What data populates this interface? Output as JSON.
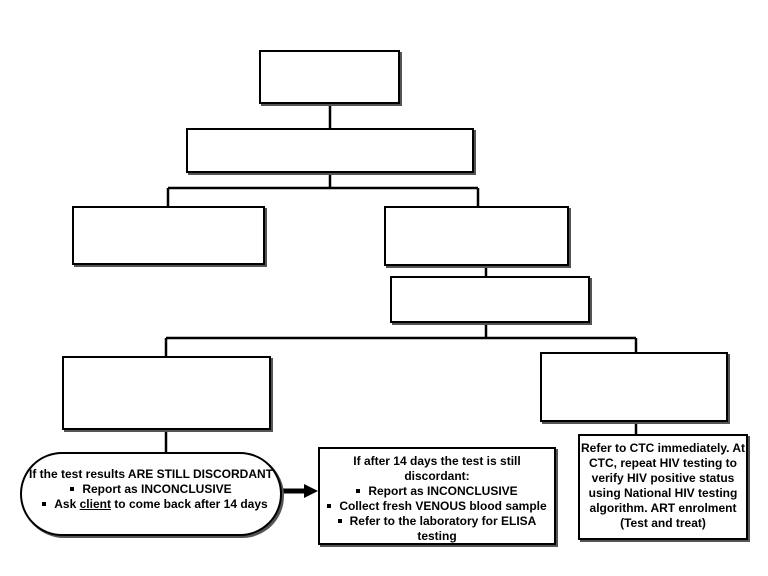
{
  "discordant_box": {
    "heading": "If the test results ARE STILL DISCORDANT",
    "bullet_1": "Report as INCONCLUSIVE",
    "bullet_2_pre": "Ask ",
    "bullet_2_link": "client",
    "bullet_2_post": " to come back after  14 days"
  },
  "after_14_days_box": {
    "heading": "If after 14 days the test is still discordant:",
    "bullet_1": "Report as INCONCLUSIVE",
    "bullet_2": "Collect fresh VENOUS blood sample",
    "bullet_3_line1": "Refer to the laboratory for ELISA",
    "bullet_3_line2": "testing"
  },
  "refer_box": {
    "line_1": "Refer to CTC immediately. At",
    "line_2": "CTC, repeat HIV testing to",
    "line_3": "verify HIV positive status",
    "line_4": "using National HIV testing",
    "line_5": "algorithm. ART enrolment",
    "line_6": "(Test and treat)"
  }
}
